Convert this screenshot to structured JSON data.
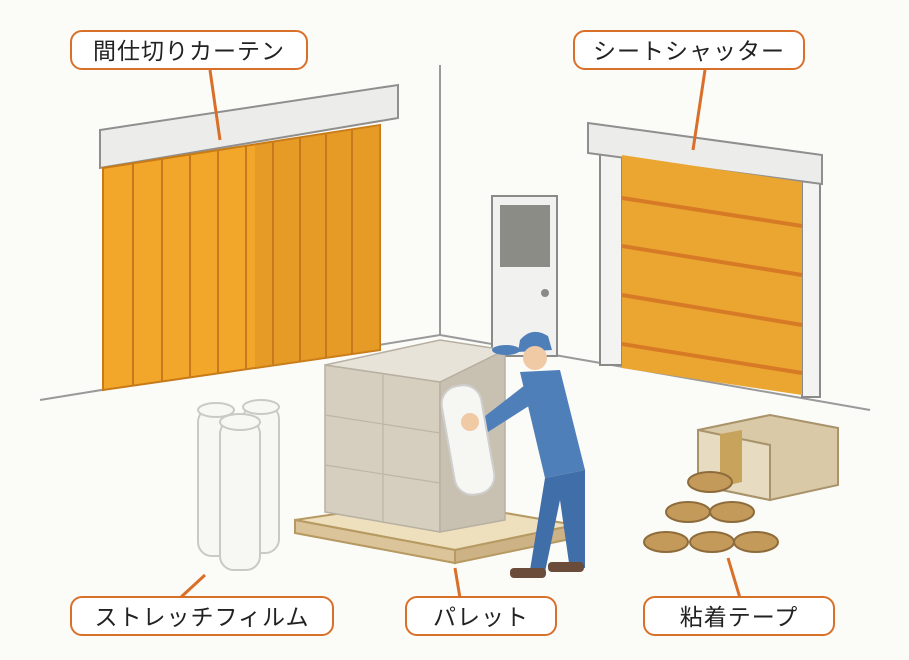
{
  "labels": {
    "partition_curtain": "間仕切りカーテン",
    "sheet_shutter": "シートシャッター",
    "stretch_film": "ストレッチフィルム",
    "pallet": "パレット",
    "adhesive_tape": "粘着テープ"
  },
  "colors": {
    "accent": "#d9702a",
    "curtain": "#f2a72b",
    "shutter": "#eaa631",
    "worker": "#4f7fb8",
    "box": "#d9c9a6",
    "tape": "#c49a5b"
  }
}
